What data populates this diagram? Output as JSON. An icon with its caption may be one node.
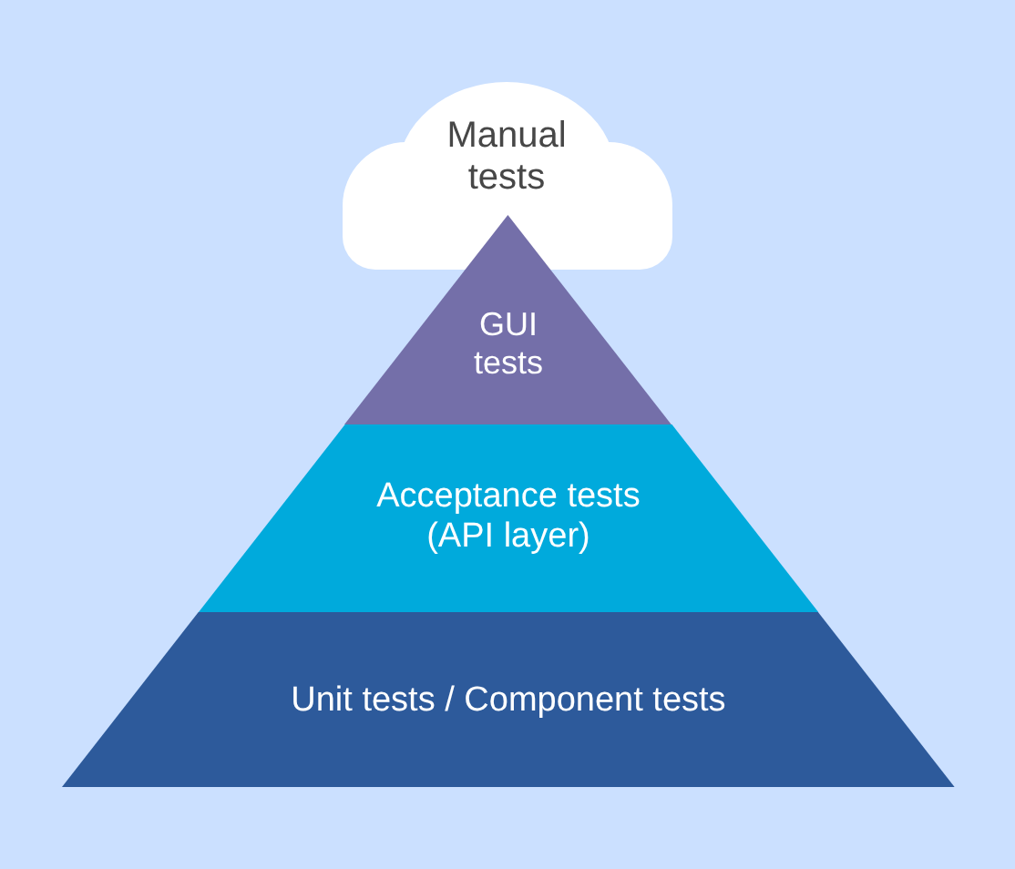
{
  "diagram": {
    "nodes": [
      {
        "text": [
          "Manual tests"
        ]
      },
      {
        "text": [
          "GUI tests"
        ]
      },
      {
        "text": [
          "Acceptance tests (API layer)"
        ]
      },
      {
        "text": [
          "Unit tests / Component tests"
        ]
      }
    ]
  }
}
